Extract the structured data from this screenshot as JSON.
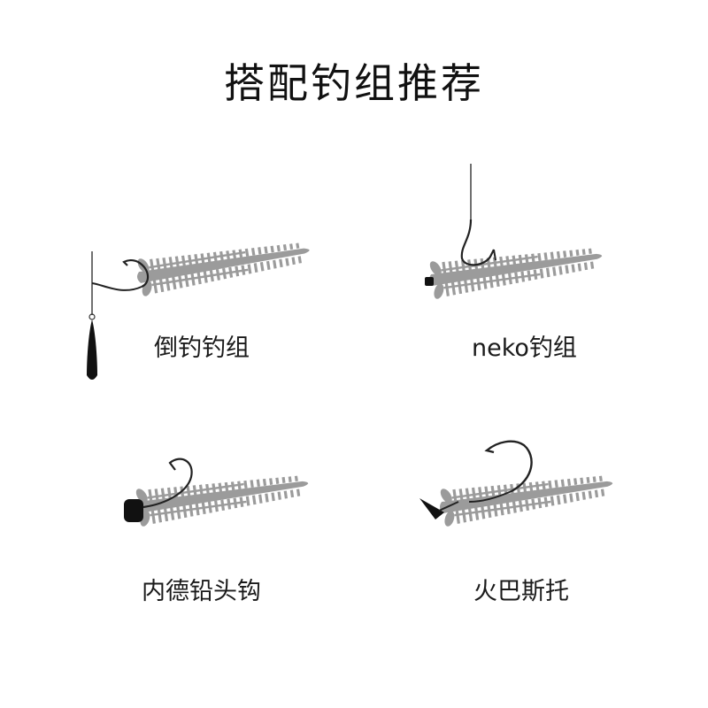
{
  "title": "搭配钓组推荐",
  "rigs": [
    {
      "label": "倒钓钓组",
      "icon": "drop-shot-rig-icon"
    },
    {
      "label": "neko钓组",
      "icon": "neko-rig-icon"
    },
    {
      "label": "内德铅头钩",
      "icon": "ned-jighead-rig-icon"
    },
    {
      "label": "火巴斯托",
      "icon": "free-rig-icon"
    }
  ],
  "colors": {
    "bait": "#9b9b9b",
    "hook": "#222222",
    "text": "#111111",
    "background": "#ffffff"
  }
}
